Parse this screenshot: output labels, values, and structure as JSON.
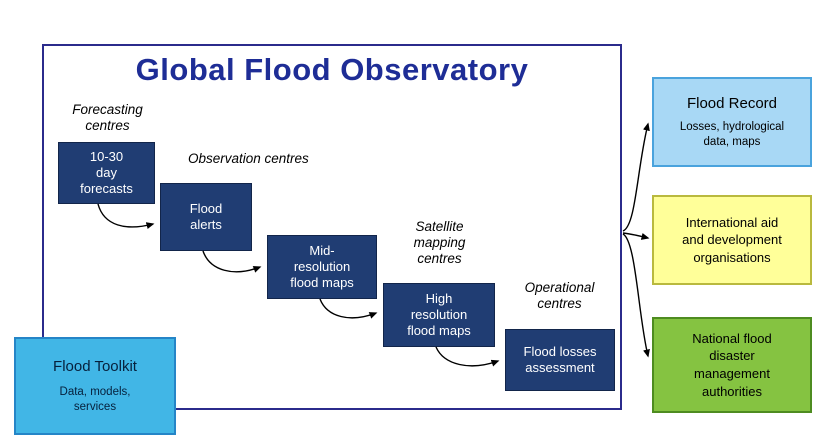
{
  "title": "Global Flood Observatory",
  "flow": {
    "stages": [
      {
        "label": "Forecasting\ncentres"
      },
      {
        "label": "Observation centres"
      },
      {
        "label": "Satellite\nmapping\ncentres"
      },
      {
        "label": "Operational\ncentres"
      }
    ],
    "boxes": [
      {
        "label": "10-30\nday\nforecasts"
      },
      {
        "label": "Flood\nalerts"
      },
      {
        "label": "Mid-\nresolution\nflood maps"
      },
      {
        "label": "High\nresolution\nflood maps"
      },
      {
        "label": "Flood losses\nassessment"
      }
    ]
  },
  "toolkit": {
    "title": "Flood Toolkit",
    "subtitle": "Data, models,\nservices"
  },
  "outputs": {
    "flood_record": {
      "title": "Flood Record",
      "subtitle": "Losses, hydrological\ndata, maps"
    },
    "international_aid": {
      "label": "International aid\nand development\norganisations"
    },
    "national_authorities": {
      "label": "National flood\ndisaster\nmanagement\nauthorities"
    }
  },
  "colors": {
    "title_text": "#1e2d96",
    "main_border": "#2b2b8c",
    "flow_box_fill": "#203d73",
    "flow_box_text": "#ffffff",
    "toolkit_fill": "#41b6e6",
    "flood_record_fill": "#a8d8f5",
    "international_aid_fill": "#ffff99",
    "national_authorities_fill": "#85c341",
    "arrow": "#000000"
  }
}
